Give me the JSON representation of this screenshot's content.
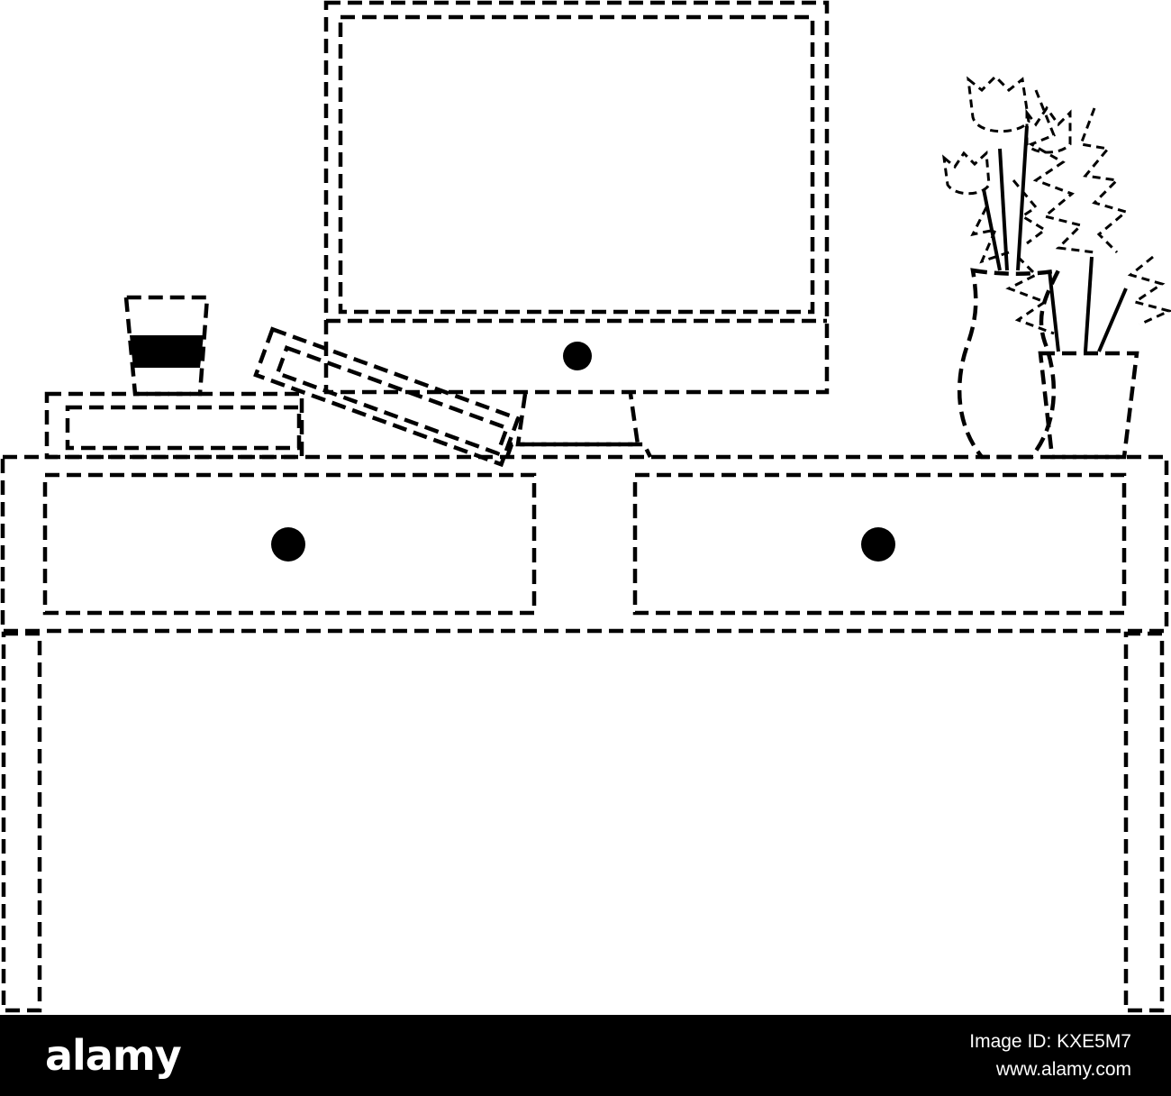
{
  "footer": {
    "logo_text": "alamy",
    "image_id": "Image ID: KXE5M7",
    "site": "www.alamy.com",
    "background": "#000000",
    "text_color": "#ffffff"
  },
  "illustration": {
    "style": "black dashed outline on white",
    "line_color": "#000000",
    "objects": [
      "desk",
      "desk-drawer-left",
      "desk-drawer-right",
      "computer-monitor",
      "book-stack",
      "tilted-book",
      "glass-cup",
      "flower-vase",
      "potted-plant"
    ]
  }
}
